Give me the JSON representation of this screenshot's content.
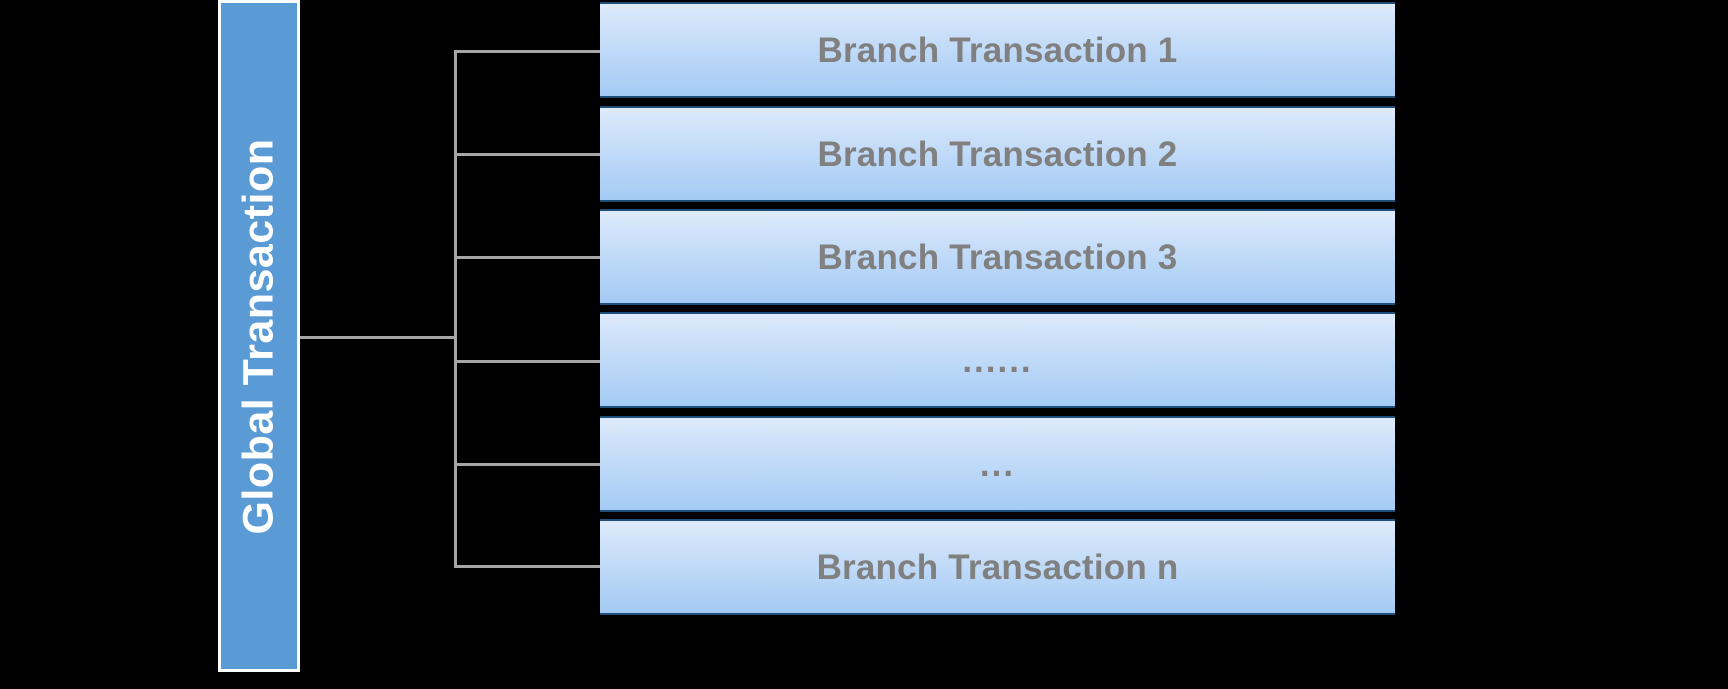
{
  "diagram": {
    "type": "tree-fanout",
    "background_color": "#000000",
    "root": {
      "label": "Global Transaction",
      "orientation": "vertical-text",
      "fill_color": "#5B9BD5",
      "text_color": "#FFFFFF",
      "border_color": "#FFFFFF"
    },
    "connector": {
      "line_color": "#A6A6A6",
      "branch_count": 6
    },
    "branches": [
      {
        "label": "Branch Transaction 1",
        "is_ellipsis": false,
        "text_color": "#808080",
        "gradient_top": "#dfebfb",
        "gradient_bottom": "#a4cbf4"
      },
      {
        "label": "Branch Transaction 2",
        "is_ellipsis": false,
        "text_color": "#808080",
        "gradient_top": "#dfebfb",
        "gradient_bottom": "#a4cbf4"
      },
      {
        "label": "Branch Transaction 3",
        "is_ellipsis": false,
        "text_color": "#808080",
        "gradient_top": "#dfebfb",
        "gradient_bottom": "#a4cbf4"
      },
      {
        "label": "......",
        "is_ellipsis": true,
        "text_color": "#808080",
        "gradient_top": "#dfebfb",
        "gradient_bottom": "#a4cbf4"
      },
      {
        "label": "...",
        "is_ellipsis": true,
        "text_color": "#808080",
        "gradient_top": "#dfebfb",
        "gradient_bottom": "#a4cbf4"
      },
      {
        "label": "Branch Transaction n",
        "is_ellipsis": false,
        "text_color": "#808080",
        "gradient_top": "#dfebfb",
        "gradient_bottom": "#a4cbf4"
      }
    ]
  }
}
